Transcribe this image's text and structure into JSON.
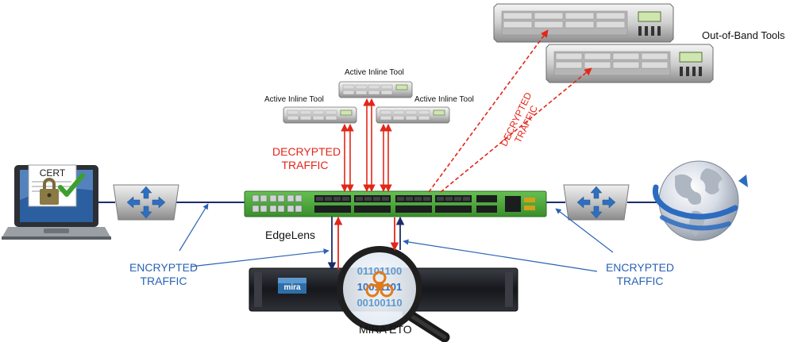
{
  "labels": {
    "out_of_band_tools": "Out-of-Band Tools",
    "active_inline_top": "Active Inline Tool",
    "active_inline_left": "Active Inline Tool",
    "active_inline_right": "Active Inline Tool",
    "decrypted_traffic_line1": "DECRYPTED",
    "decrypted_traffic_line2": "TRAFFIC",
    "decrypted_diag_line1": "DECRYPTED",
    "decrypted_diag_line2": "TRAFFIC",
    "encrypted_left_line1": "ENCRYPTED",
    "encrypted_left_line2": "TRAFFIC",
    "encrypted_right_line1": "ENCRYPTED",
    "encrypted_right_line2": "TRAFFIC",
    "edgelens": "EdgeLens",
    "mira_eto": "MIRA ETO",
    "cert": "CERT",
    "mira_brand": "mira",
    "magnifier_line1": "01101100",
    "magnifier_line2": "10011101",
    "magnifier_line3": "00100110"
  },
  "colors": {
    "decrypted": "#e32619",
    "encrypted": "#2a62b5",
    "switch_green": "#4eaa3c",
    "appliance_dark": "#1c1e22"
  },
  "icons": {
    "laptop": "laptop-icon",
    "certificate": "certificate-icon",
    "checkmark": "checkmark-icon",
    "padlock": "padlock-icon",
    "router": "router-icon",
    "globe": "globe-icon",
    "server": "server-icon",
    "magnifier": "magnifying-glass-icon",
    "biohazard": "biohazard-icon"
  }
}
